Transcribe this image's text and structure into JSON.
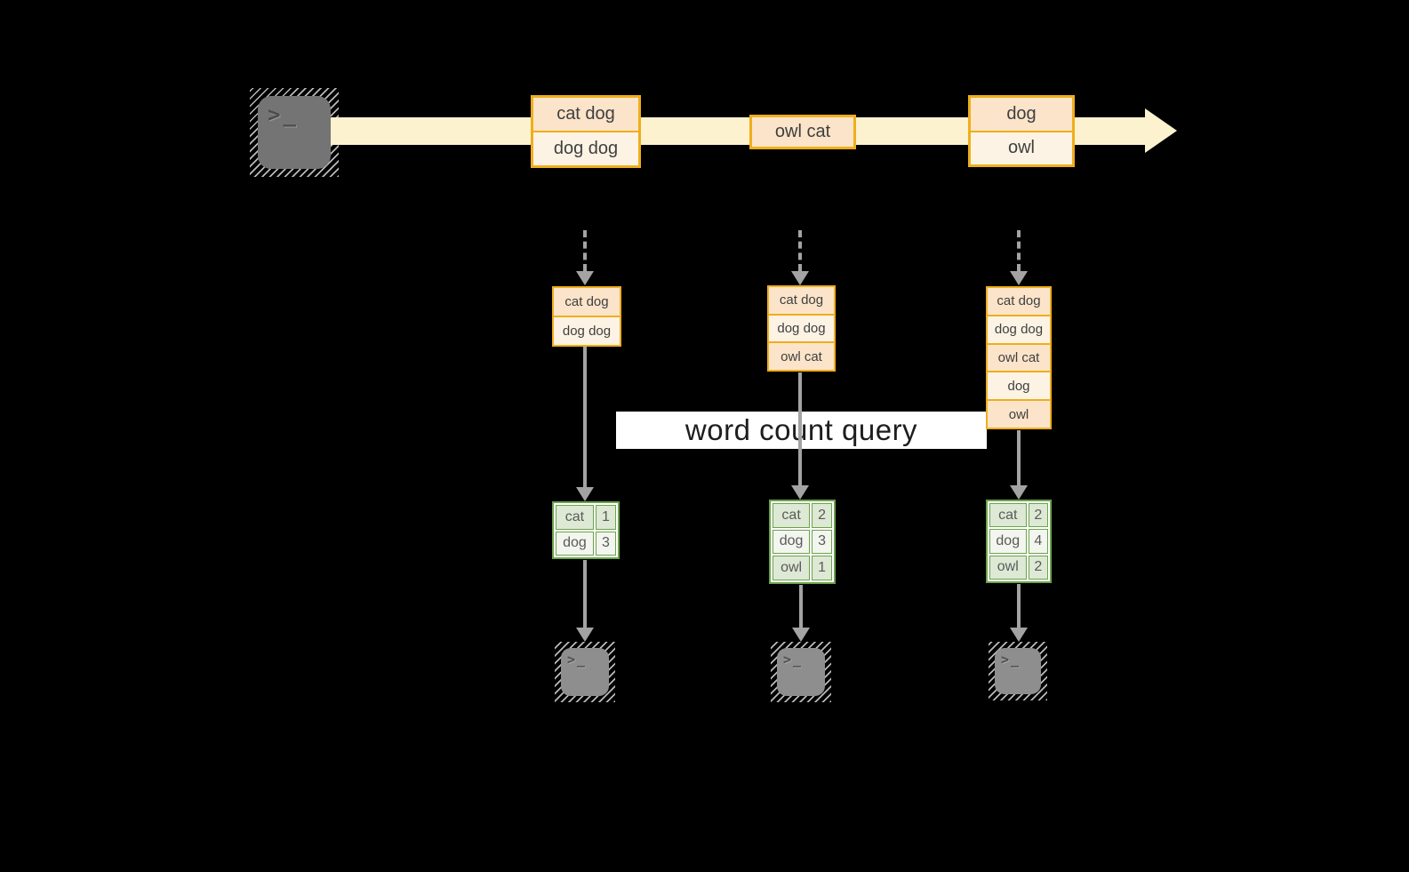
{
  "query_label": "word count query",
  "terminal_glyph": ">_",
  "stream_batches": [
    [
      "cat dog",
      "dog dog"
    ],
    [
      "owl cat"
    ],
    [
      "dog",
      "owl"
    ]
  ],
  "state_tables": [
    [
      "cat dog",
      "dog dog"
    ],
    [
      "cat dog",
      "dog dog",
      "owl cat"
    ],
    [
      "cat dog",
      "dog dog",
      "owl cat",
      "dog",
      "owl"
    ]
  ],
  "result_tables": [
    [
      [
        "cat",
        "1"
      ],
      [
        "dog",
        "3"
      ]
    ],
    [
      [
        "cat",
        "2"
      ],
      [
        "dog",
        "3"
      ],
      [
        "owl",
        "1"
      ]
    ],
    [
      [
        "cat",
        "2"
      ],
      [
        "dog",
        "4"
      ],
      [
        "owl",
        "2"
      ]
    ]
  ],
  "colors": {
    "background": "#000000",
    "stream_band": "#fdf2cf",
    "box_border_gold": "#efae1c",
    "cell_peach": "#fbe4c9",
    "cell_cream": "#fdf3e4",
    "table_border_green": "#6ca24c",
    "row_green": "#dde9d4",
    "row_light": "#f3f6ee",
    "arrow_gray": "#a3a3a3",
    "query_band": "#ffffff"
  }
}
